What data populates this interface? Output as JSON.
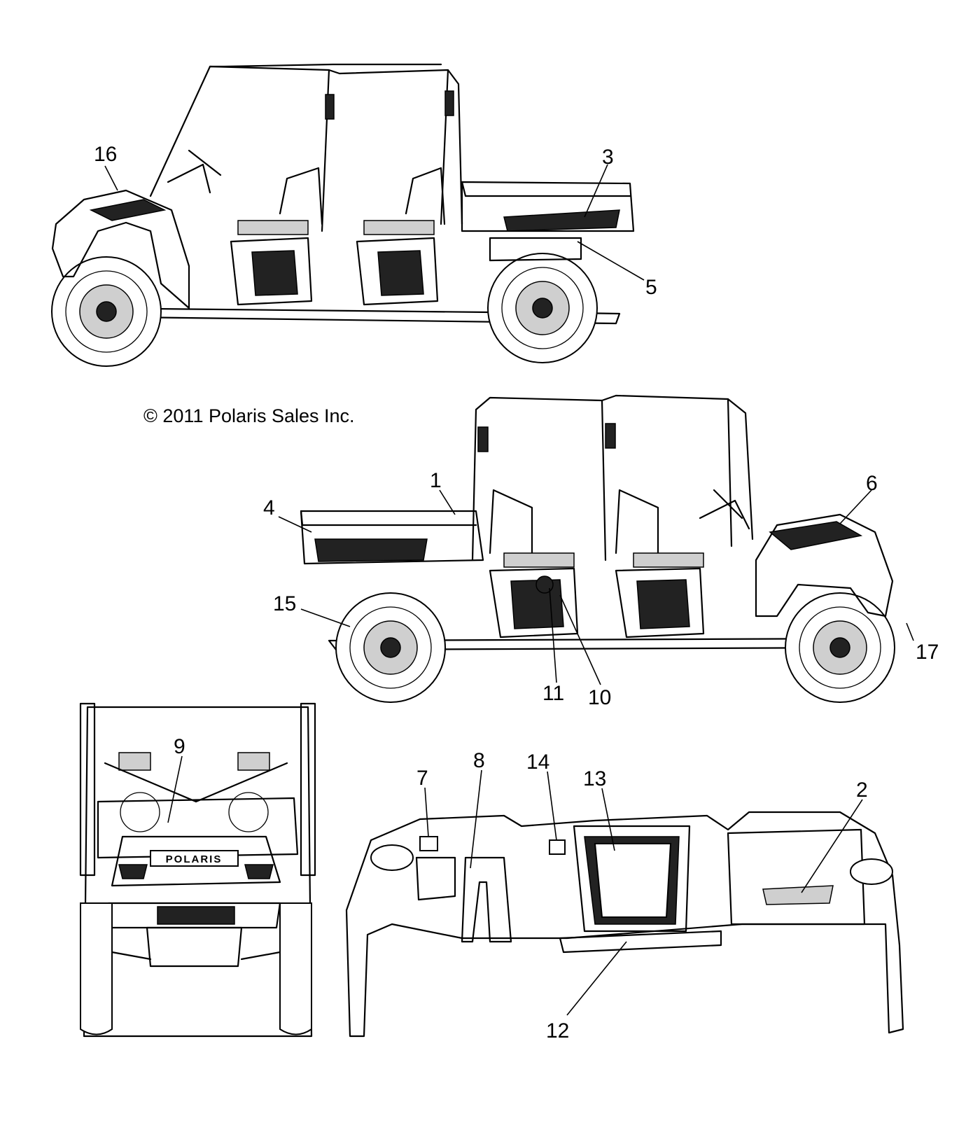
{
  "copyright": "© 2011 Polaris Sales Inc.",
  "callouts": {
    "c1": "1",
    "c2": "2",
    "c3": "3",
    "c4": "4",
    "c5": "5",
    "c6": "6",
    "c7": "7",
    "c8": "8",
    "c9": "9",
    "c10": "10",
    "c11": "11",
    "c12": "12",
    "c13": "13",
    "c14": "14",
    "c15": "15",
    "c16": "16",
    "c17": "17"
  },
  "front_view": {
    "hood_logo_text": "POLARIS"
  }
}
